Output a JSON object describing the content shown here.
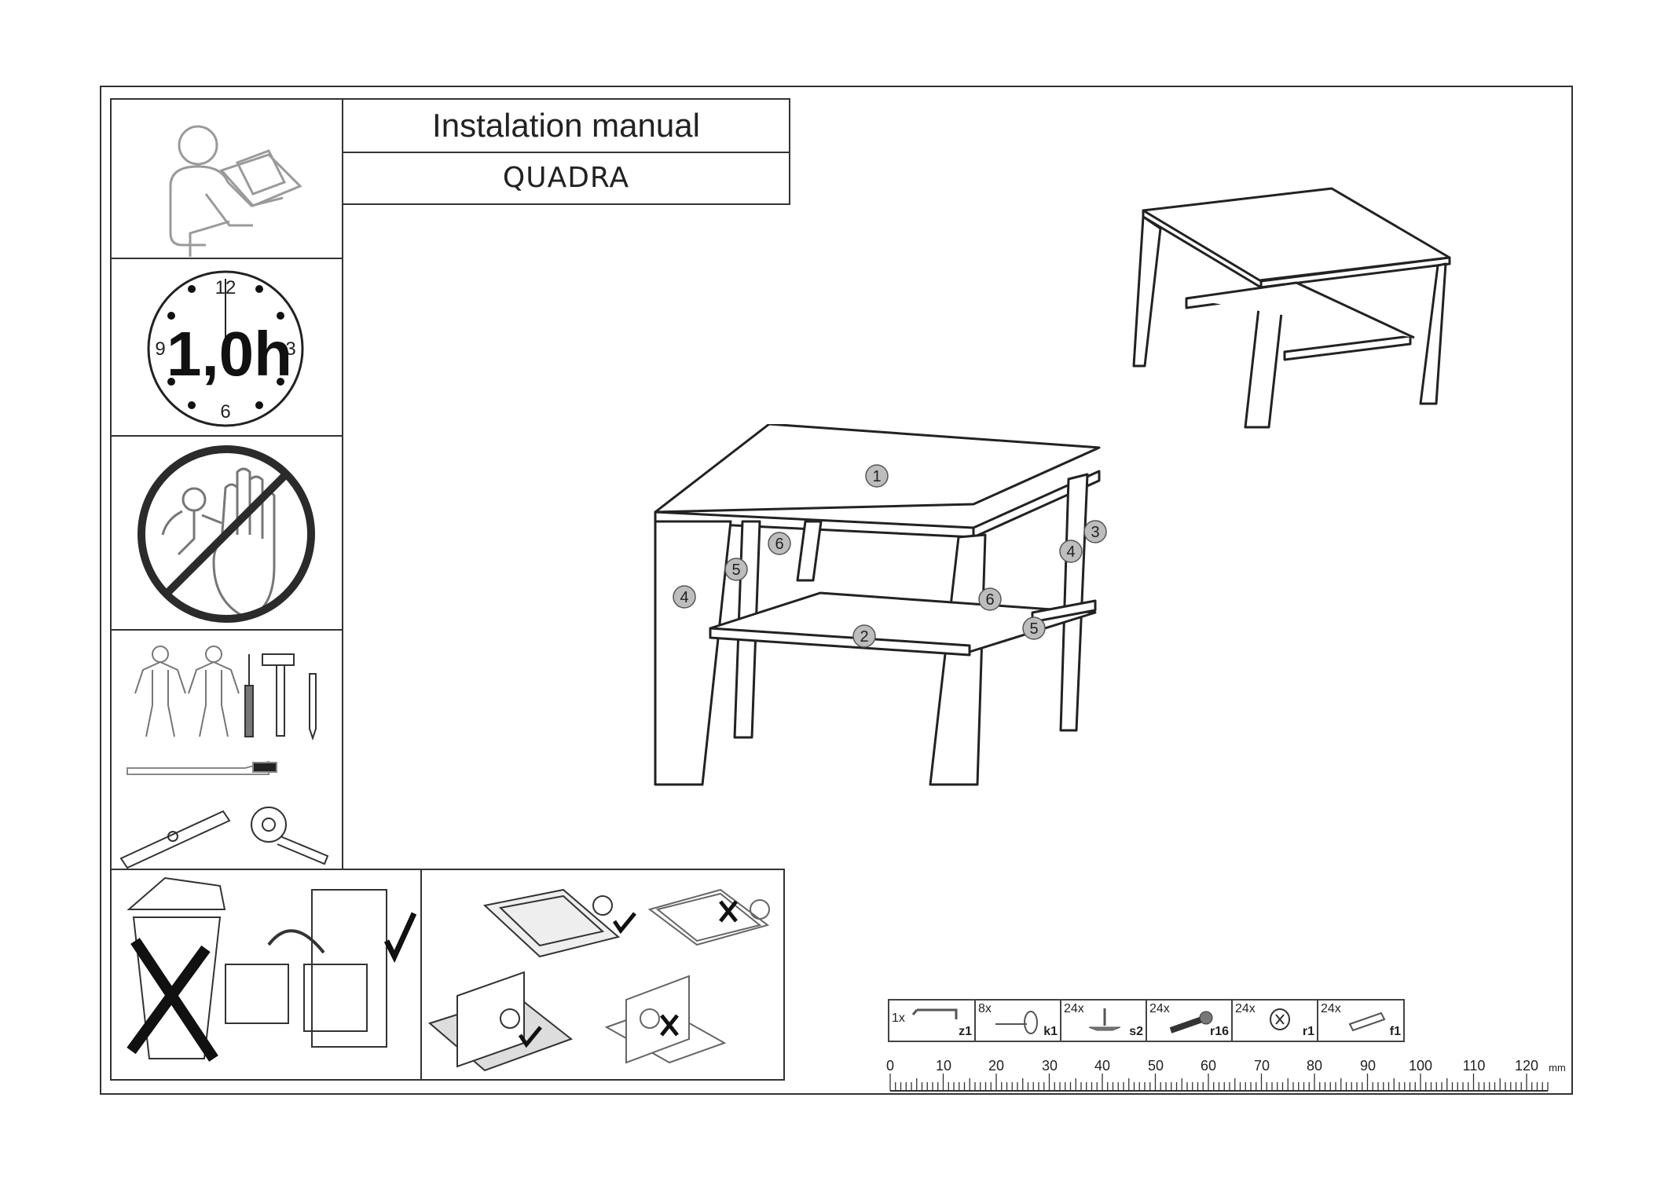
{
  "document": {
    "title": "Instalation manual",
    "product": "QUADRA",
    "time_required": "1,0h",
    "clock_numbers": [
      "12",
      "3",
      "6",
      "9"
    ]
  },
  "icons": [
    "read-instructions-icon",
    "clock-icon",
    "no-children-icon",
    "two-persons-icon",
    "screwdriver-icon",
    "hammer-icon",
    "pencil-icon",
    "utility-knife-icon",
    "spirit-level-icon",
    "tape-measure-icon",
    "do-not-discard-icon",
    "keep-manual-icon",
    "assemble-on-soft-surface-icon",
    "do-not-assemble-on-hard-floor-icon"
  ],
  "part_labels": [
    "1",
    "2",
    "3",
    "4",
    "4",
    "5",
    "5",
    "6",
    "6"
  ],
  "hardware": [
    {
      "qty": "1x",
      "code": "z1",
      "icon": "hex-key-icon"
    },
    {
      "qty": "8x",
      "code": "k1",
      "icon": "nail-glide-icon"
    },
    {
      "qty": "24x",
      "code": "s2",
      "icon": "screw-icon"
    },
    {
      "qty": "24x",
      "code": "r16",
      "icon": "cam-bolt-icon"
    },
    {
      "qty": "24x",
      "code": "r1",
      "icon": "cam-lock-icon"
    },
    {
      "qty": "24x",
      "code": "f1",
      "icon": "wooden-dowel-icon"
    }
  ],
  "ruler": {
    "labels": [
      "0",
      "10",
      "20",
      "30",
      "40",
      "50",
      "60",
      "70",
      "80",
      "90",
      "100",
      "110",
      "120"
    ],
    "unit": "mm"
  }
}
